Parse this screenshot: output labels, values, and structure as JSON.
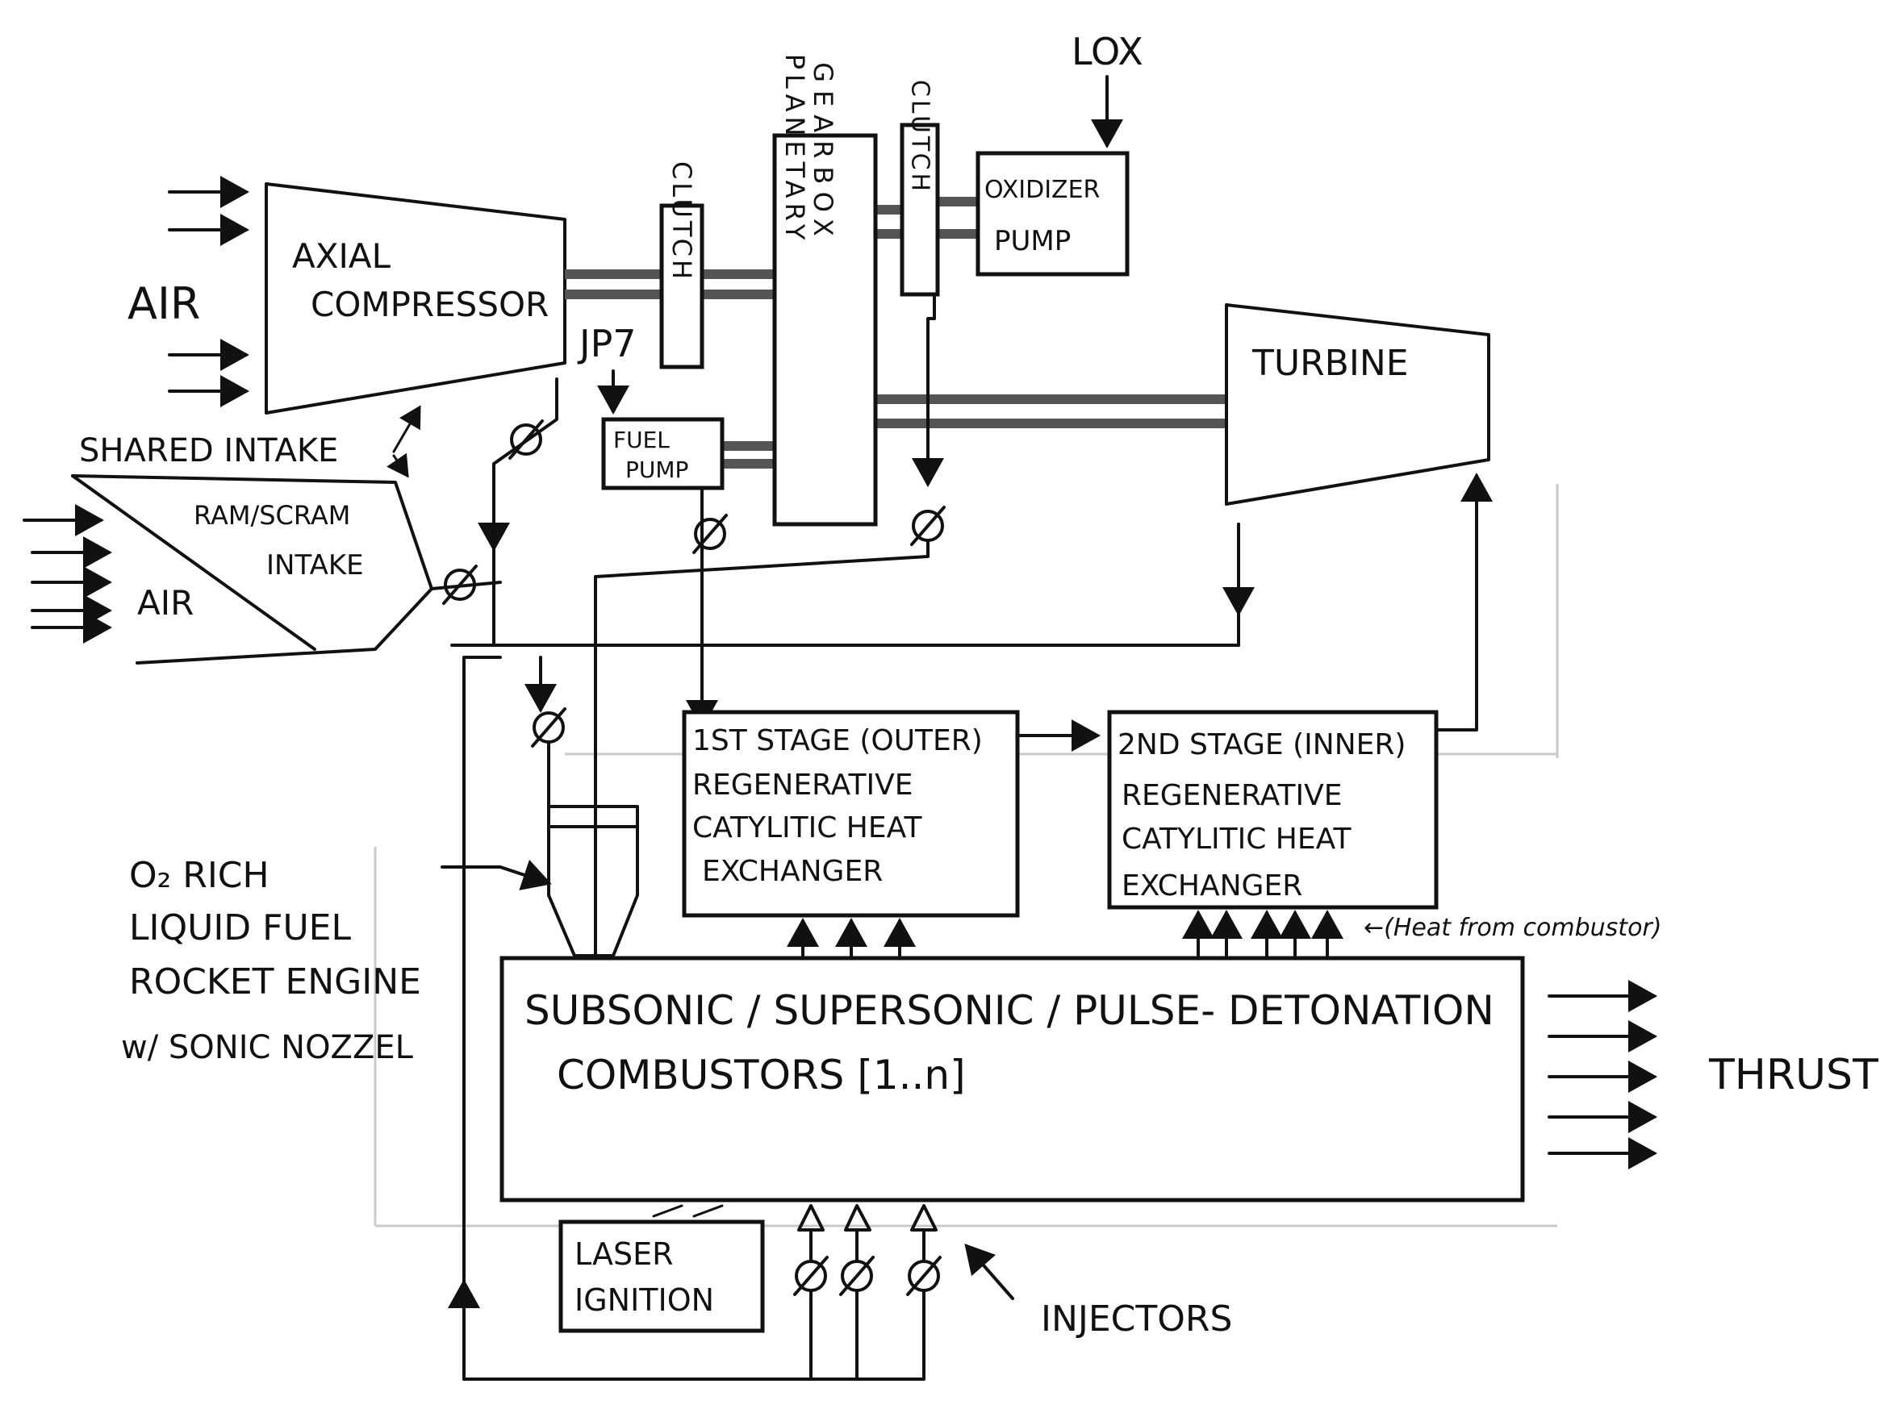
{
  "labels": {
    "lox": "LOX",
    "air_top": "AIR",
    "axial_line1": "AXIAL",
    "axial_line2": "COMPRESSOR",
    "clutch": "CLUTCH",
    "planetary": "PLANETARY",
    "gearbox": "GEARBOX",
    "oxidizer_line1": "OXIDIZER",
    "oxidizer_line2": "PUMP",
    "turbine": "TURBINE",
    "jp7": "JP7",
    "fuel_line1": "FUEL",
    "fuel_line2": "PUMP",
    "shared_intake": "SHARED INTAKE",
    "ram_line1": "RAM/SCRAM",
    "ram_line2": "INTAKE",
    "air_bottom": "AIR",
    "stage1_line1": "1ST STAGE (OUTER)",
    "stage1_line2": "REGENERATIVE",
    "stage1_line3": "CATYLITIC HEAT",
    "stage1_line4": "EXCHANGER",
    "stage2_line1": "2ND STAGE (INNER)",
    "stage2_line2": "REGENERATIVE",
    "stage2_line3": "CATYLITIC HEAT",
    "stage2_line4": "EXCHANGER",
    "heat_note": "←(Heat from combustor)",
    "rocket_line1": "O₂ RICH",
    "rocket_line2": "LIQUID FUEL",
    "rocket_line3": "ROCKET ENGINE",
    "rocket_line4": "w/ SONIC NOZZEL",
    "combustor_line1": "SUBSONIC / SUPERSONIC / PULSE- DETONATION",
    "combustor_line2": "COMBUSTORS [1..n]",
    "thrust": "THRUST",
    "laser_line1": "LASER",
    "laser_line2": "IGNITION",
    "injectors": "INJECTORS"
  }
}
